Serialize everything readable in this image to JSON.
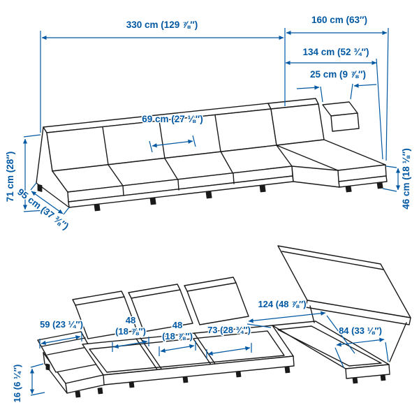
{
  "colors": {
    "dimension_blue": "#0058a3",
    "artwork_line": "#1a1a1a",
    "background": "#ffffff"
  },
  "assembled_view": {
    "total_width": "330 cm (129 ⅞″)",
    "chaise_section_width": "160 cm (63″)",
    "chaise_depth": "134 cm (52 ¾″)",
    "armrest_width": "25 cm (9 ⅞″)",
    "seat_cushion_width": "69 cm (27 ⅛″)",
    "total_height": "71 cm (28″)",
    "sofa_depth": "95 cm (37 ⅜″)",
    "seat_height": "46 cm (18 ⅛″)"
  },
  "storage_view": {
    "chaise_storage_length": "124 (48 ⅞″)",
    "end_module_width": "59 (23 ¼″)",
    "seat_module_1_cm": "48",
    "seat_module_1_in": "(18 ⅞″)",
    "seat_module_2_cm": "48",
    "seat_module_2_in": "(18 ⅞″)",
    "wide_module_width": "73 (28 ¾″)",
    "chaise_module_width": "84 (33 ⅛″)",
    "storage_depth": "16 (6 ¼″)"
  }
}
